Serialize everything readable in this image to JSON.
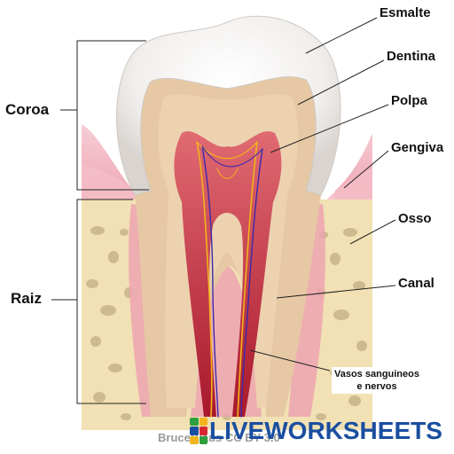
{
  "labels": {
    "esmalte": "Esmalte",
    "dentina": "Dentina",
    "polpa": "Polpa",
    "gengiva": "Gengiva",
    "osso": "Osso",
    "canal": "Canal",
    "vasos_line1": "Vasos sanguineos",
    "vasos_line2": "e nervos",
    "coroa": "Coroa",
    "raiz": "Raiz"
  },
  "credit": "BruceBlaus CC BY 3.0",
  "brand": "LIVEWORKSHEETS",
  "colors": {
    "enamel": "#f3f1ef",
    "dentin": "#e6c9a4",
    "pulp": "#c8263a",
    "gum": "#f2b3bf",
    "bone": "#f1e1b4",
    "nerve": "#f2b41c",
    "vessel": "#3b2aa8",
    "brand_blue": "#1a4ea0"
  }
}
